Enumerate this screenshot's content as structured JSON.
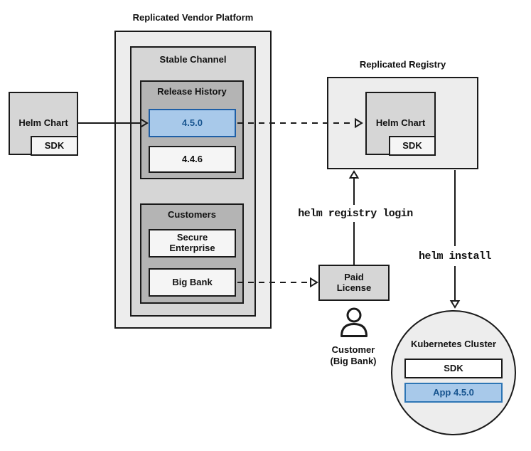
{
  "colors": {
    "canvas_bg": "#ffffff",
    "border": "#1a1a1a",
    "container_bg": "#ededed",
    "mid_gray": "#d6d6d6",
    "dark_gray": "#b4b4b4",
    "light_box": "#f5f5f5",
    "white_box": "#ffffff",
    "blue_fill": "#a8c9ea",
    "blue_border_release": "#1f5fa6",
    "blue_border_app": "#2e76b5",
    "blue_text": "#17548f"
  },
  "platform": {
    "title": "Replicated Vendor Platform",
    "stable_channel": {
      "title": "Stable Channel",
      "release_history": {
        "title": "Release History",
        "releases": [
          {
            "version": "4.5.0",
            "highlighted": true
          },
          {
            "version": "4.4.6",
            "highlighted": false
          }
        ]
      },
      "customers": {
        "title": "Customers",
        "items": [
          {
            "name": "Secure Enterprise"
          },
          {
            "name": "Big Bank"
          }
        ]
      }
    }
  },
  "source": {
    "chart_label": "Helm Chart",
    "sdk_label": "SDK"
  },
  "registry": {
    "title": "Replicated Registry",
    "chart_label": "Helm Chart",
    "sdk_label": "SDK"
  },
  "license": {
    "label": "Paid License"
  },
  "customer": {
    "name": "Customer",
    "detail": "(Big Bank)"
  },
  "cluster": {
    "title": "Kubernetes Cluster",
    "sdk_label": "SDK",
    "app_label": "App 4.5.0"
  },
  "commands": {
    "registry_login": "helm registry login",
    "install": "helm install"
  }
}
